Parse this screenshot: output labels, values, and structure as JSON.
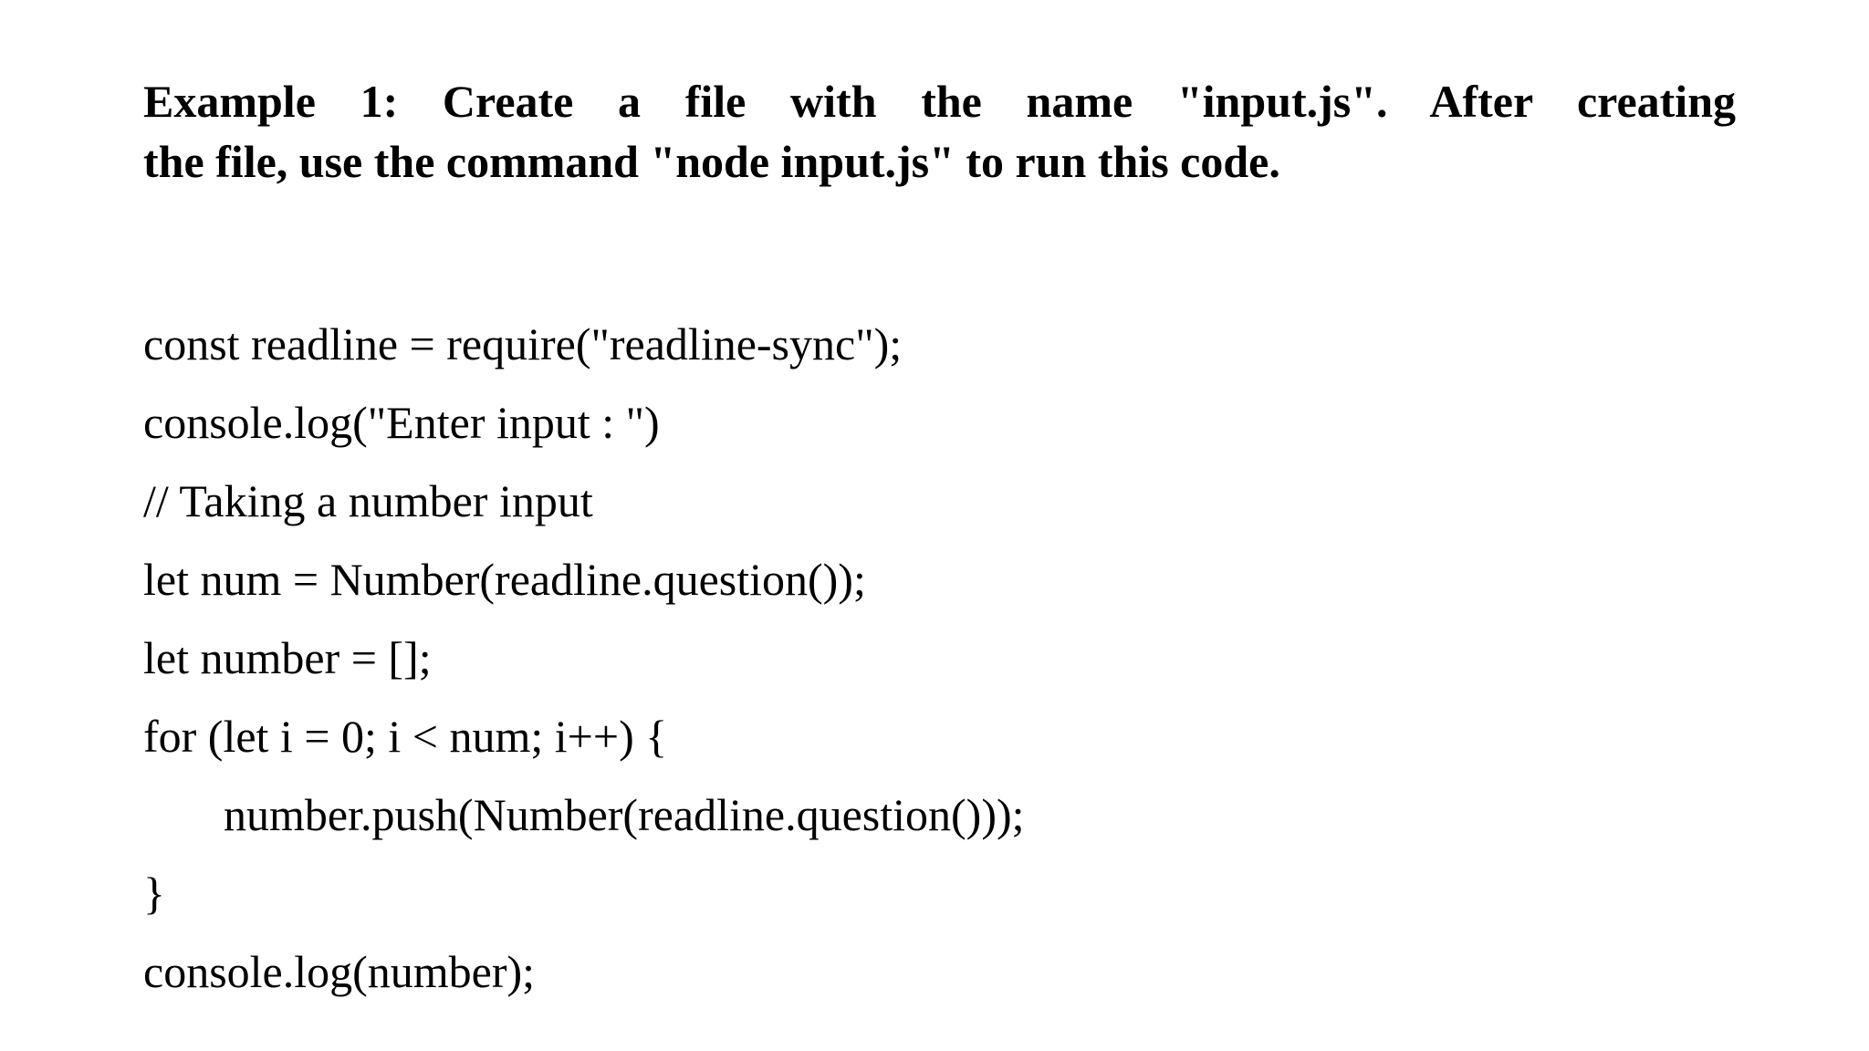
{
  "page": {
    "background_color": "#ffffff",
    "text_color": "#000000"
  },
  "heading": {
    "line1": "Example 1: Create a file with the name \"input.js\". After creating",
    "line2": "the file, use the command \"node input.js\" to run this code.",
    "full_text": "Example 1: Create a file with the name \"input.js\". After creating the file, use the command \"node input.js\" to run this code."
  },
  "code": {
    "language": "javascript",
    "lines": [
      {
        "text": "const readline = require(\"readline-sync\");",
        "indent": 0
      },
      {
        "text": "console.log(\"Enter input : \")",
        "indent": 0
      },
      {
        "text": "// Taking a number input",
        "indent": 0
      },
      {
        "text": "let num = Number(readline.question());",
        "indent": 0
      },
      {
        "text": "let number = [];",
        "indent": 0
      },
      {
        "text": "for (let i = 0; i < num; i++) {",
        "indent": 0
      },
      {
        "text": "number.push(Number(readline.question()));",
        "indent": 1
      },
      {
        "text": "}",
        "indent": 0
      },
      {
        "text": "console.log(number);",
        "indent": 0
      }
    ]
  }
}
